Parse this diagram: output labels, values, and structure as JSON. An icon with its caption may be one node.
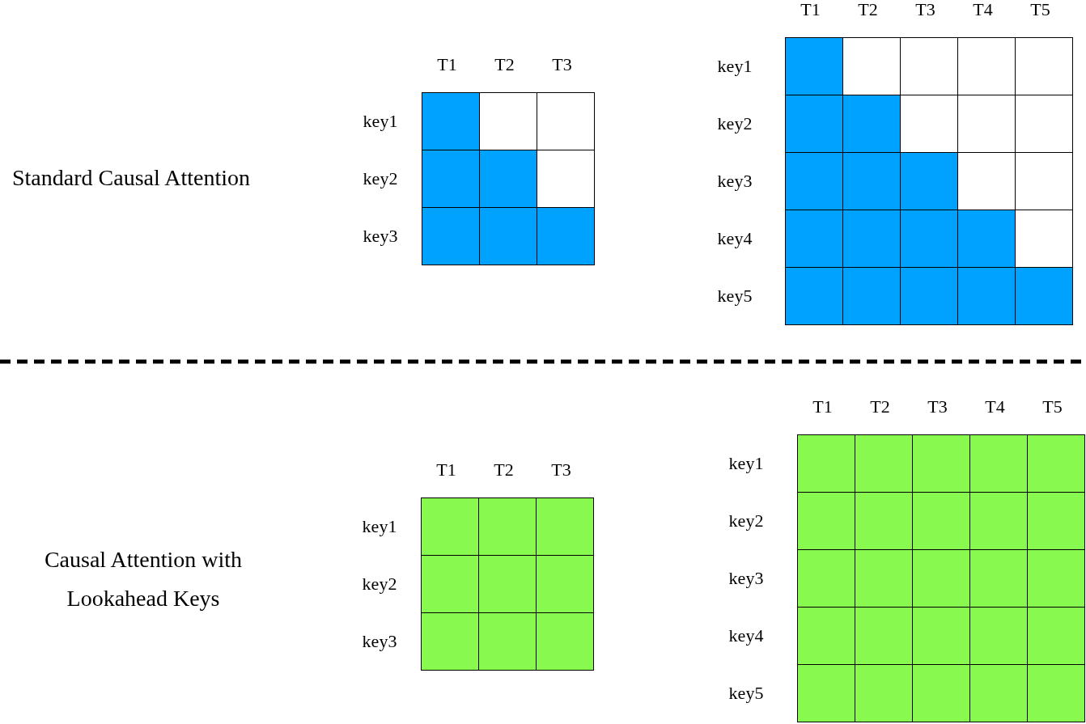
{
  "diagram": {
    "labels": [
      "Standard Causal Attention",
      "T1",
      "T2",
      "T3",
      "key1",
      "key2",
      "key3",
      "T1",
      "T2",
      "T3",
      "T4",
      "T5",
      "key1",
      "key2",
      "key3",
      "key4",
      "key5",
      "Causal Attention with Lookahead Keys",
      "T1",
      "T2",
      "T3",
      "key1",
      "key2",
      "key3",
      "T1",
      "T2",
      "T3",
      "T4",
      "T5",
      "key1",
      "key2",
      "key3",
      "key4",
      "key5"
    ]
  }
}
